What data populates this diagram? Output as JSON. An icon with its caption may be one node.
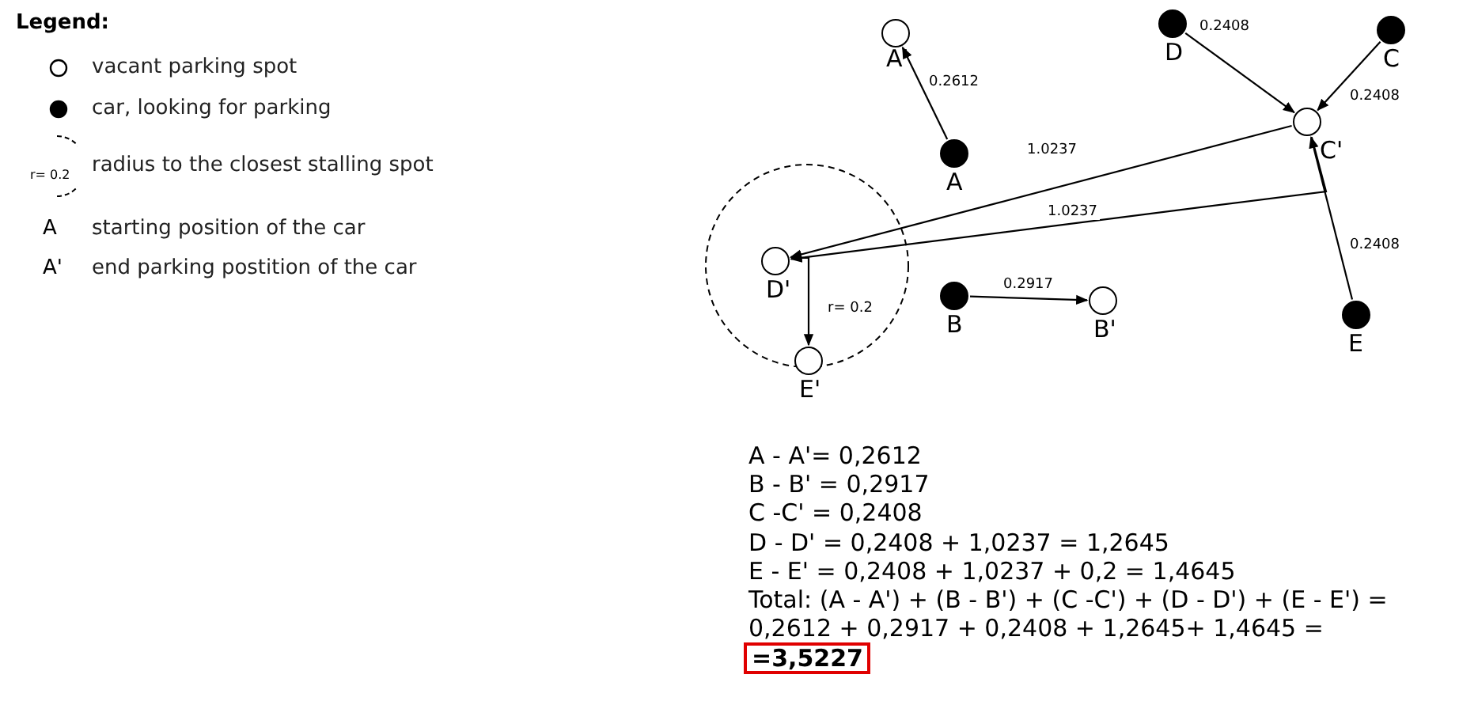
{
  "diagram": {
    "nodes": [
      {
        "text": [],
        "shape": "circle",
        "beside": [
          "A'"
        ]
      },
      {
        "text": [],
        "shape": "circle",
        "beside": [
          "D"
        ]
      },
      {
        "text": [],
        "shape": "circle",
        "beside": [
          "C"
        ]
      },
      {
        "text": [],
        "shape": "circle",
        "beside": [
          "C'"
        ]
      },
      {
        "text": [],
        "shape": "circle",
        "beside": [
          "A"
        ]
      },
      {
        "text": [],
        "shape": "circle",
        "beside": [
          "D'"
        ]
      },
      {
        "text": [],
        "shape": "circle",
        "beside": [
          "B"
        ]
      },
      {
        "text": [],
        "shape": "circle",
        "beside": [
          "B'"
        ]
      },
      {
        "text": [],
        "shape": "circle",
        "beside": [
          "E"
        ]
      },
      {
        "text": [],
        "shape": "circle",
        "beside": [
          "E'"
        ]
      }
    ],
    "edges": [
      {
        "from": 4,
        "to": 0,
        "arrow": "to",
        "label": "0.2612"
      },
      {
        "from": 1,
        "to": 3,
        "arrow": "to",
        "label": "0.2408"
      },
      {
        "from": 2,
        "to": 3,
        "arrow": "to",
        "label": "0.2408"
      },
      {
        "from": 3,
        "to": 5,
        "arrow": "to",
        "label": "1.0237"
      },
      {
        "from": 8,
        "to": 3,
        "arrow": "to",
        "label": "0.2408"
      },
      {
        "from": 3,
        "to": 5,
        "arrow": "to",
        "label": "1.0237"
      },
      {
        "from": 6,
        "to": 7,
        "arrow": "to",
        "label": "0.2917"
      },
      {
        "from": 5,
        "to": 9,
        "arrow": "to",
        "label": "r= 0.2"
      }
    ],
    "labels": [
      "Legend:",
      "r= 0.2",
      "A",
      "A'",
      "A - A'= 0,2612",
      "B - B' = 0,2917",
      "C -C' = 0,2408",
      "D - D' = 0,2408 + 1,0237 = 1,2645",
      "E - E' = 0,2408 + 1,0237 + 0,2 = 1,4645",
      "Total: (A - A') + (B - B') + (C -C') + (D - D') + (E - E') =",
      "0,2612 + 0,2917 + 0,2408 + 1,2645+ 1,4645 =",
      "=3,5227"
    ],
    "legend": [
      {
        "text": "vacant parking spot"
      },
      {
        "text": "car, looking for parking"
      },
      {
        "text": "radius to the closest stalling spot"
      },
      {
        "text": "starting position of the car"
      },
      {
        "text": "end parking postition of the car"
      }
    ]
  }
}
